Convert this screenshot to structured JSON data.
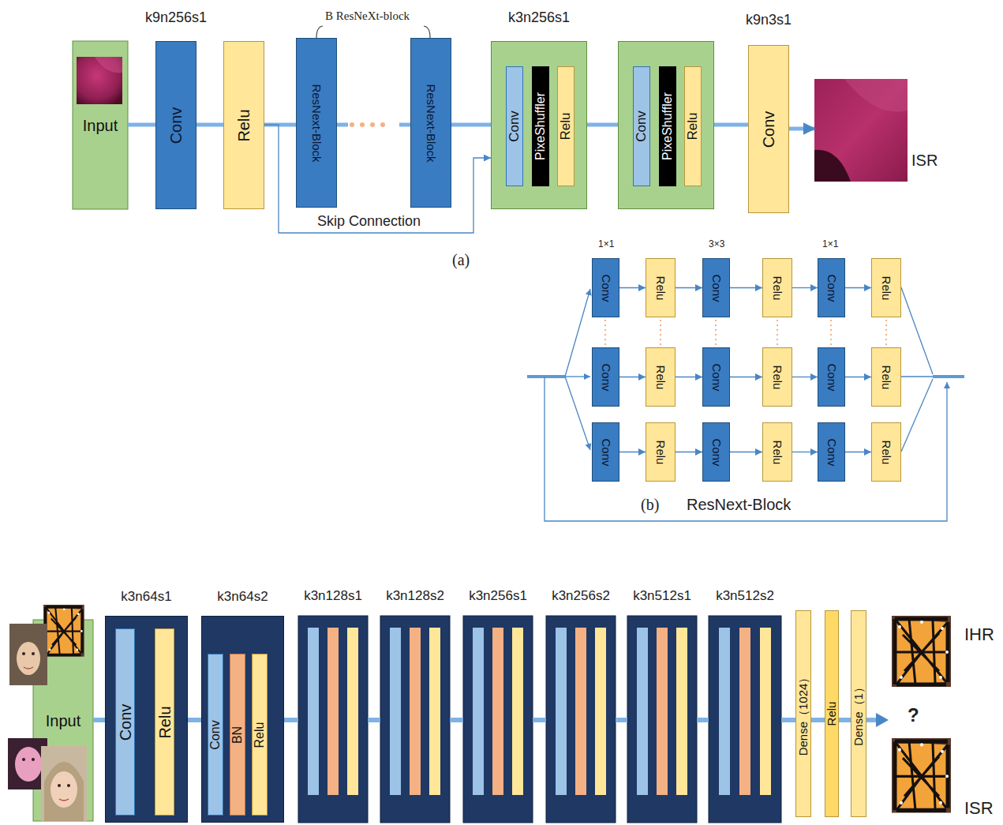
{
  "diagram": {
    "nodes": [
      {
        "text": [
          "Input"
        ]
      },
      {
        "text": [
          "k9n256s1",
          "Conv"
        ]
      },
      {
        "text": [
          "Relu"
        ]
      },
      {
        "text": [
          "ResNext-Block"
        ]
      },
      {
        "text": [
          "ResNext-Block"
        ]
      },
      {
        "text": [
          "k3n256s1"
        ]
      },
      {
        "text": [
          "Conv"
        ],
        "in": 5
      },
      {
        "text": [
          "PixeShuffler"
        ],
        "in": 5
      },
      {
        "text": [
          "Relu"
        ],
        "in": 5
      },
      {
        "text": []
      },
      {
        "text": [
          "Conv"
        ],
        "in": 9
      },
      {
        "text": [
          "PixeShuffler"
        ],
        "in": 9
      },
      {
        "text": [
          "Relu"
        ],
        "in": 9
      },
      {
        "text": [
          "k9n3s1",
          "Conv"
        ]
      },
      {
        "text": [
          "ISR"
        ]
      },
      {
        "text": [
          "Conv"
        ]
      },
      {
        "text": [
          "Relu"
        ]
      },
      {
        "text": [
          "Conv"
        ]
      },
      {
        "text": [
          "Relu"
        ]
      },
      {
        "text": [
          "Conv"
        ]
      },
      {
        "text": [
          "Relu"
        ]
      },
      {
        "text": [
          "Conv"
        ]
      },
      {
        "text": [
          "Relu"
        ]
      },
      {
        "text": [
          "Conv"
        ]
      },
      {
        "text": [
          "Relu"
        ]
      },
      {
        "text": [
          "Conv"
        ]
      },
      {
        "text": [
          "Relu"
        ]
      },
      {
        "text": [
          "Conv"
        ]
      },
      {
        "text": [
          "Relu"
        ]
      },
      {
        "text": [
          "Conv"
        ]
      },
      {
        "text": [
          "Relu"
        ]
      },
      {
        "text": [
          "Conv"
        ]
      },
      {
        "text": [
          "Relu"
        ]
      },
      {
        "text": [
          "Input"
        ]
      },
      {
        "text": [
          "k3n64s1"
        ]
      },
      {
        "text": [
          "Conv"
        ],
        "in": 34
      },
      {
        "text": [
          "Relu"
        ],
        "in": 34
      },
      {
        "text": [
          "k3n64s2"
        ]
      },
      {
        "text": [
          "Conv"
        ],
        "in": 37
      },
      {
        "text": [
          "BN"
        ],
        "in": 37
      },
      {
        "text": [
          "Relu"
        ],
        "in": 37
      },
      {
        "text": [
          "k3n128s1"
        ]
      },
      {
        "text": [
          "k3n128s2"
        ]
      },
      {
        "text": [
          "k3n256s1"
        ]
      },
      {
        "text": [
          "k3n256s2"
        ]
      },
      {
        "text": [
          "k3n512s1"
        ]
      },
      {
        "text": [
          "k3n512s2"
        ]
      },
      {
        "text": [
          "Dense（1024）"
        ]
      },
      {
        "text": [
          "Relu"
        ]
      },
      {
        "text": [
          "Dense（1）"
        ]
      }
    ],
    "edges": [
      {
        "from": 0,
        "to": 1,
        "arrow": "none"
      },
      {
        "from": 1,
        "to": 2,
        "arrow": "none"
      },
      {
        "from": 2,
        "to": 3,
        "arrow": "none"
      },
      {
        "from": 3,
        "to": 4,
        "arrow": "none"
      },
      {
        "from": 4,
        "to": 5,
        "arrow": "none"
      },
      {
        "from": 2,
        "to": 5,
        "label": "Skip Connection",
        "arrow": "to"
      },
      {
        "from": 5,
        "to": 9,
        "arrow": "none"
      },
      {
        "from": 9,
        "to": 13,
        "arrow": "none"
      },
      {
        "from": 13,
        "to": 14,
        "arrow": "to"
      },
      {
        "from": 15,
        "to": 16,
        "arrow": "to"
      },
      {
        "from": 16,
        "to": 17,
        "arrow": "to"
      },
      {
        "from": 17,
        "to": 18,
        "arrow": "to"
      },
      {
        "from": 18,
        "to": 19,
        "arrow": "to"
      },
      {
        "from": 19,
        "to": 20,
        "arrow": "to"
      },
      {
        "from": 21,
        "to": 22,
        "arrow": "to"
      },
      {
        "from": 22,
        "to": 23,
        "arrow": "to"
      },
      {
        "from": 23,
        "to": 24,
        "arrow": "to"
      },
      {
        "from": 24,
        "to": 25,
        "arrow": "to"
      },
      {
        "from": 25,
        "to": 26,
        "arrow": "to"
      },
      {
        "from": 27,
        "to": 28,
        "arrow": "to"
      },
      {
        "from": 28,
        "to": 29,
        "arrow": "to"
      },
      {
        "from": 29,
        "to": 30,
        "arrow": "to"
      },
      {
        "from": 30,
        "to": 31,
        "arrow": "to"
      },
      {
        "from": 31,
        "to": 32,
        "arrow": "to"
      },
      {
        "from": 33,
        "to": 34,
        "arrow": "none"
      },
      {
        "from": 34,
        "to": 37,
        "arrow": "none"
      },
      {
        "from": 37,
        "to": 41,
        "arrow": "none"
      },
      {
        "from": 41,
        "to": 42,
        "arrow": "none"
      },
      {
        "from": 42,
        "to": 43,
        "arrow": "none"
      },
      {
        "from": 43,
        "to": 44,
        "arrow": "none"
      },
      {
        "from": 44,
        "to": 45,
        "arrow": "none"
      },
      {
        "from": 45,
        "to": 46,
        "arrow": "none"
      },
      {
        "from": 46,
        "to": 47,
        "arrow": "none"
      },
      {
        "from": 47,
        "to": 48,
        "arrow": "none"
      },
      {
        "from": 48,
        "to": 49,
        "arrow": "none"
      }
    ],
    "labels": [
      "B ResNeXt-block",
      "(a)",
      "1×1",
      "3×3",
      "1×1",
      "(b)",
      "ResNext-Block",
      "?",
      "IHR",
      "ISR"
    ]
  }
}
